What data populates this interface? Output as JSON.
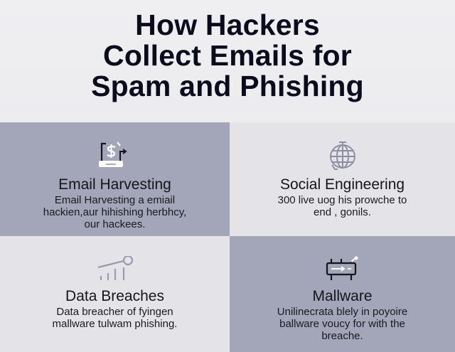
{
  "header": {
    "title_lines": [
      "How Hackers",
      "Collect Emails for",
      "Spam and Phishing"
    ]
  },
  "colors": {
    "header_bg": "#ededf0",
    "dark_cell": "#a3a5b8",
    "light_cell": "#e3e3e8",
    "title_text": "#0b0b1e"
  },
  "cards": [
    {
      "icon": "laptop-dollar-icon",
      "title": "Email Harvesting",
      "desc_lines": [
        "Email Harvesting a emiail",
        "hackien,aur hihishing herbhcy,",
        "our hackees."
      ]
    },
    {
      "icon": "globe-icon",
      "title": "Social Engineering",
      "desc_lines": [
        "300 live uog his prowche to",
        "end , gonils."
      ]
    },
    {
      "icon": "bar-chart-icon",
      "title": "Data Breaches",
      "desc_lines": [
        "Data breacher of fyingen",
        "mallware tulwam phishing."
      ]
    },
    {
      "icon": "chip-icon",
      "title": "Mallware",
      "desc_lines": [
        "Unilinecrata blely in poyoire",
        "ballware voucy for with the",
        "breache."
      ]
    }
  ]
}
